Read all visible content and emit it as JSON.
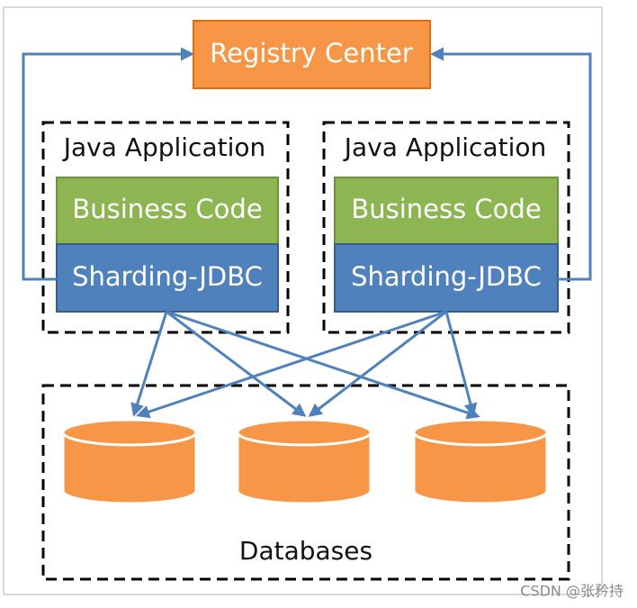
{
  "registry": {
    "label": "Registry Center",
    "fill": "#F79646",
    "stroke": "#E36C09"
  },
  "apps": [
    {
      "title": "Java Application",
      "business_label": "Business Code",
      "sharding_label": "Sharding-JDBC"
    },
    {
      "title": "Java Application",
      "business_label": "Business Code",
      "sharding_label": "Sharding-JDBC"
    }
  ],
  "databases": {
    "label": "Databases",
    "count": 3,
    "fill": "#F79646"
  },
  "colors": {
    "business_fill": "#8DB653",
    "business_stroke": "#6E8F3E",
    "sharding_fill": "#4F81BD",
    "sharding_stroke": "#385D8A",
    "arrow": "#4F81BD",
    "frame": "#D9D9D9"
  },
  "watermark": "CSDN @张矜持"
}
